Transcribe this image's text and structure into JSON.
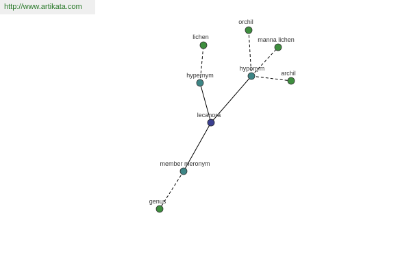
{
  "header": {
    "site_url": "http://www.artikata.com"
  },
  "colors": {
    "center": "#3b3f8f",
    "relation": "#3d8585",
    "leaf": "#3e8e3e"
  },
  "graph": {
    "center": {
      "label": "lecanora"
    },
    "relations": [
      {
        "label": "hypernym"
      },
      {
        "label": "hyponym"
      },
      {
        "label": "member meronym"
      }
    ],
    "leaves": [
      {
        "label": "lichen",
        "relation": "hypernym"
      },
      {
        "label": "orchil",
        "relation": "hyponym"
      },
      {
        "label": "manna lichen",
        "relation": "hyponym"
      },
      {
        "label": "archil",
        "relation": "hyponym"
      },
      {
        "label": "genus",
        "relation": "member meronym"
      }
    ]
  }
}
